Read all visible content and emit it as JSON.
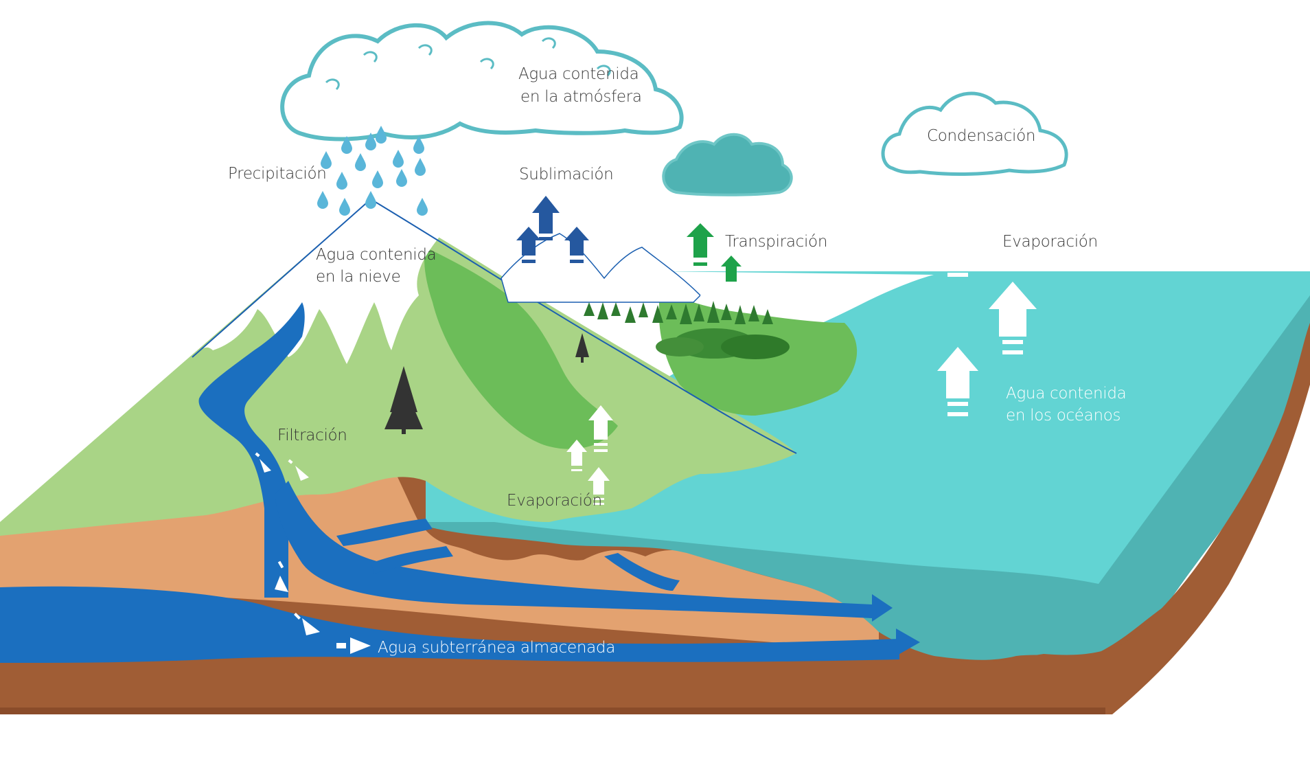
{
  "diagram": {
    "labels": {
      "atmosphere": [
        "Agua contenida",
        "en la atmósfera"
      ],
      "precipitation": "Precipitación",
      "sublimation": "Sublimación",
      "condensation": "Condensación",
      "transpiration": "Transpiración",
      "evaporation_ocean": "Evaporación",
      "snow": [
        "Agua contenida",
        "en la nieve"
      ],
      "oceans": [
        "Agua contenida",
        "en los océanos"
      ],
      "filtration": "Filtración",
      "evaporation_lake": "Evaporación",
      "groundwater": "Agua subterránea almacenada"
    },
    "colors": {
      "cloud_outline": "#5bbcc4",
      "raindrop": "#5ab6d9",
      "ocean": "#62d4d3",
      "ocean_side": "#4fb3b3",
      "land_green": "#a9d486",
      "forest_green": "#6cbd59",
      "snow": "#ffffff",
      "soil_light": "#e3a270",
      "soil_dark": "#a05d35",
      "groundwater": "#1b6fbf",
      "sublimation_arrow": "#25589f",
      "transpiration_arrow": "#1ea24a",
      "evaporation_arrow": "#ffffff"
    }
  }
}
